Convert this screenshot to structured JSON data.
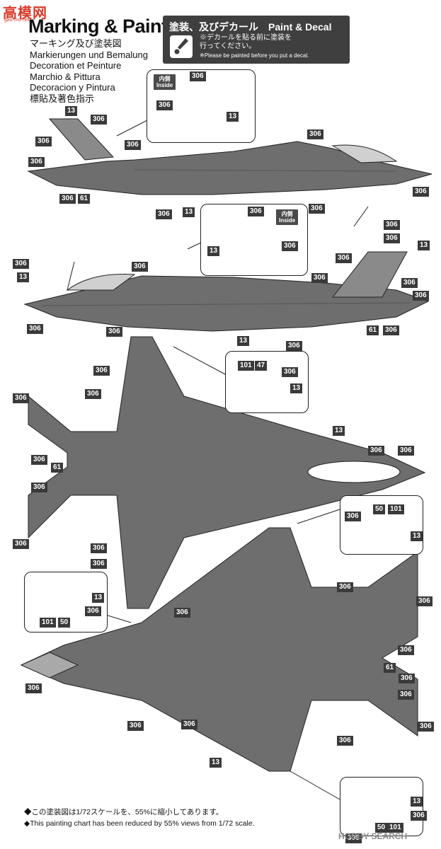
{
  "watermark": {
    "brand": "高模网",
    "sub": "gao-mo-net"
  },
  "header": {
    "title": "Marking & Painting",
    "languages": [
      "マーキング及び塗装図",
      "Markierungen und Bemalung",
      "Decoration et Peinture",
      "Marchio & Pittura",
      "Decoracion y Pintura",
      "標貼及著色指示"
    ]
  },
  "paint_box": {
    "title": "塗装、及びデカール　Paint & Decal",
    "note_jp_1": "※デカールを貼る前に塗装を",
    "note_jp_2": "行ってください。",
    "note_en": "※Please be painted before you put a decal."
  },
  "inside_label": {
    "jp": "内側",
    "en": "Inside"
  },
  "decal_codes": [
    "13",
    "47",
    "50",
    "61",
    "101",
    "306"
  ],
  "footer": {
    "note_jp": "◆この塗装図は1/72スケールを、55%に縮小してあります。",
    "note_en": "◆This painting chart has been reduced by 55% views from 1/72 scale."
  },
  "hobby_search": "HOBBY SEARCH",
  "colors": {
    "tag": "#3a3a3a",
    "aircraft": "#6e6e6e",
    "aircraft_light": "#a9a9a9",
    "outline": "#222222"
  }
}
